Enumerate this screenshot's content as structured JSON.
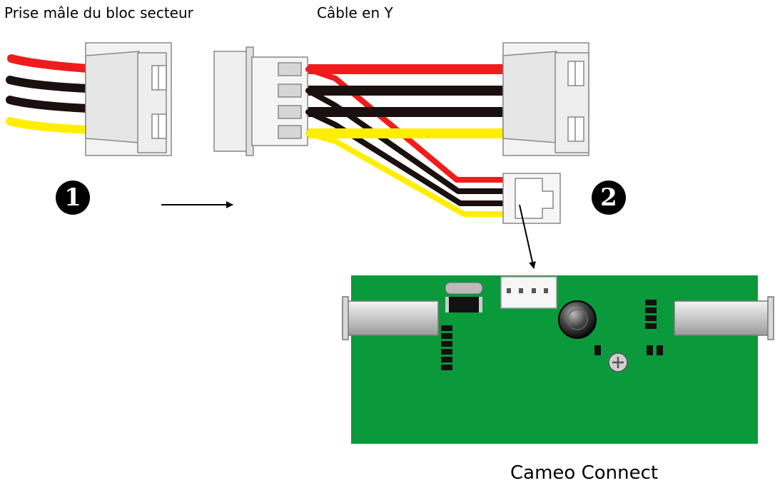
{
  "labels": {
    "plug": "Prise mâle du bloc secteur",
    "cable": "Câble en Y",
    "board": "Cameo Connect"
  },
  "steps": {
    "one": "1",
    "two": "2"
  },
  "colors": {
    "red_wire": "#ee1c1c",
    "black_wire": "#1a1010",
    "yellow_wire": "#ffee00",
    "connector": "#f3f3f3",
    "pcb": "#0a9a3c"
  }
}
